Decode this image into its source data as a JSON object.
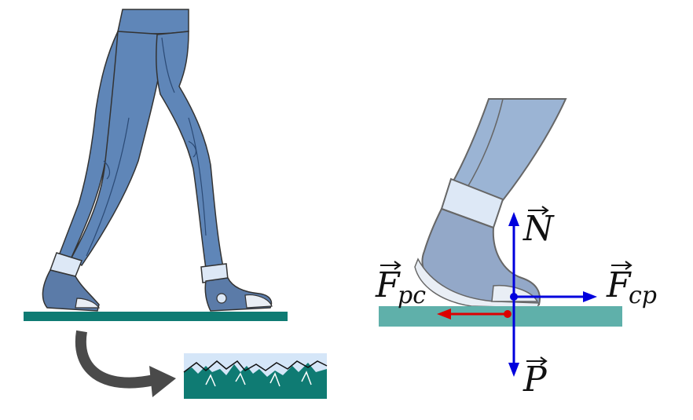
{
  "colors": {
    "jeans": "#5f86b8",
    "jeans_dark": "#3f6596",
    "jeans_light": "#9bb4d4",
    "cuff": "#dde8f6",
    "shoe": "#5b7ba8",
    "shoe_light": "#93a8c8",
    "sole": "#e9eef5",
    "ground": "#0f7b73",
    "ground_light": "#5fb0aa",
    "micro_sky": "#d5e6f8",
    "arrow_gray": "#4a4a4a",
    "force_blue": "#0000dd",
    "force_red": "#dd0000",
    "outline": "#333333"
  },
  "labels": {
    "normal": {
      "letter": "N",
      "subscript": ""
    },
    "friction_left": {
      "letter": "F",
      "subscript": "pc"
    },
    "friction_right": {
      "letter": "F",
      "subscript": "cp"
    },
    "weight": {
      "letter": "P",
      "subscript": ""
    }
  },
  "icons": {
    "curved_arrow": "curved-arrow-icon",
    "microscopic_surface": "rough-surface-icon"
  }
}
